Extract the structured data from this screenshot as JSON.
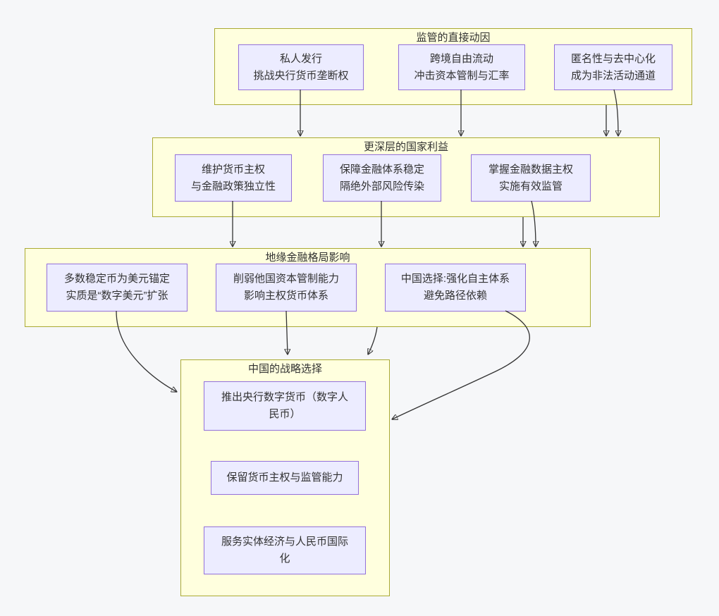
{
  "diagram": {
    "groups": [
      {
        "id": "group-regulatory-motivations",
        "title": "监管的直接动因",
        "nodes": [
          {
            "id": "node-private-issuance",
            "label": "私人发行\n挑战央行货币垄断权"
          },
          {
            "id": "node-cross-border-flow",
            "label": "跨境自由流动\n冲击资本管制与汇率"
          },
          {
            "id": "node-anonymity",
            "label": "匿名性与去中心化\n成为非法活动通道"
          }
        ]
      },
      {
        "id": "group-national-interests",
        "title": "更深层的国家利益",
        "nodes": [
          {
            "id": "node-monetary-sovereignty",
            "label": "维护货币主权\n与金融政策独立性"
          },
          {
            "id": "node-financial-stability",
            "label": "保障金融体系稳定\n隔绝外部风险传染"
          },
          {
            "id": "node-data-sovereignty",
            "label": "掌握金融数据主权\n实施有效监管"
          }
        ]
      },
      {
        "id": "group-geo-financial-impact",
        "title": "地缘金融格局影响",
        "nodes": [
          {
            "id": "node-dollar-anchored-stablecoins",
            "label": "多数稳定币为美元锚定\n实质是“数字美元”扩张"
          },
          {
            "id": "node-weaken-capital-controls",
            "label": "削弱他国资本管制能力\n影响主权货币体系"
          },
          {
            "id": "node-china-choice",
            "label": "中国选择:强化自主体系\n避免路径依赖"
          }
        ]
      },
      {
        "id": "group-china-strategy",
        "title": "中国的战略选择",
        "nodes": [
          {
            "id": "node-cbdc-launch",
            "label": "推出央行数字货币（数字人民币）"
          },
          {
            "id": "node-retain-sovereignty",
            "label": "保留货币主权与监管能力"
          },
          {
            "id": "node-serve-real-economy",
            "label": "服务实体经济与人民币国际化"
          }
        ]
      }
    ],
    "edges": [
      {
        "from": "node-private-issuance",
        "to": "group-national-interests"
      },
      {
        "from": "node-cross-border-flow",
        "to": "group-national-interests"
      },
      {
        "from": "group-regulatory-motivations",
        "to": "group-national-interests"
      },
      {
        "from": "node-anonymity",
        "to": "group-national-interests"
      },
      {
        "from": "node-monetary-sovereignty",
        "to": "group-geo-financial-impact"
      },
      {
        "from": "node-financial-stability",
        "to": "group-geo-financial-impact"
      },
      {
        "from": "group-national-interests",
        "to": "group-geo-financial-impact"
      },
      {
        "from": "node-data-sovereignty",
        "to": "group-geo-financial-impact"
      },
      {
        "from": "node-dollar-anchored-stablecoins",
        "to": "group-china-strategy"
      },
      {
        "from": "node-weaken-capital-controls",
        "to": "group-china-strategy"
      },
      {
        "from": "group-geo-financial-impact",
        "to": "group-china-strategy"
      },
      {
        "from": "node-china-choice",
        "to": "group-china-strategy"
      }
    ]
  },
  "colors": {
    "canvas_background": "#f6f7f9",
    "cluster_fill": "#ffffde",
    "cluster_border": "#aaaa33",
    "node_fill": "#ececff",
    "node_border": "#9370db",
    "edge_color": "#333333",
    "text_color": "#333333"
  }
}
